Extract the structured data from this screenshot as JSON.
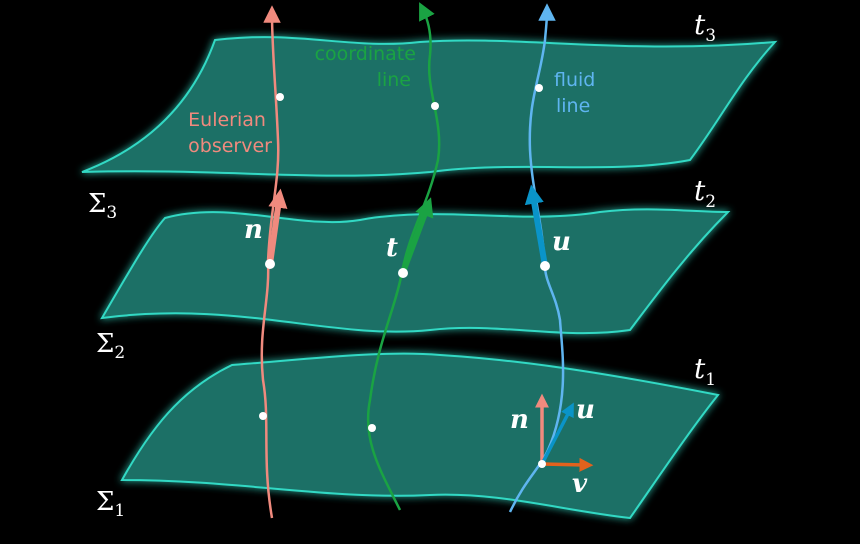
{
  "colors": {
    "background": "#000000",
    "slice_fill": "#1c6f66",
    "slice_stroke": "#33d9c4",
    "eulerian": "#f08a7e",
    "coordinate": "#1aa343",
    "fluid": "#5fb5f0",
    "fluid_vector": "#0a94c8",
    "shift_vector": "#e2621d",
    "point": "#ffffff"
  },
  "slices": [
    {
      "sigma": "Σ",
      "sub": "1",
      "time": "t",
      "time_sub": "1"
    },
    {
      "sigma": "Σ",
      "sub": "2",
      "time": "t",
      "time_sub": "2"
    },
    {
      "sigma": "Σ",
      "sub": "3",
      "time": "t",
      "time_sub": "3"
    }
  ],
  "curves": {
    "eulerian_label": [
      "Eulerian",
      "observer"
    ],
    "coordinate_label": [
      "coordinate",
      "line"
    ],
    "fluid_label": [
      "fluid",
      "line"
    ]
  },
  "vectors": {
    "n": "n",
    "t": "t",
    "u": "u",
    "v": "v"
  }
}
